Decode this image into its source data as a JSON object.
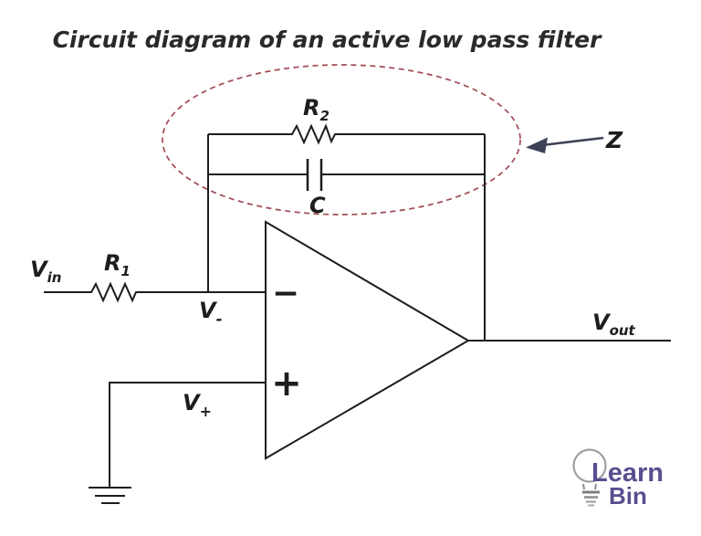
{
  "title": "Circuit diagram of an active low pass filter",
  "components": {
    "r2": {
      "symbol": "R",
      "sub": "2"
    },
    "c": {
      "symbol": "C"
    },
    "z": {
      "symbol": "Z"
    },
    "r1": {
      "symbol": "R",
      "sub": "1"
    },
    "vin": {
      "symbol": "V",
      "sub": "in"
    },
    "vminus": {
      "symbol": "V",
      "sub": "-"
    },
    "vplus": {
      "symbol": "V",
      "sub": "+"
    },
    "vout": {
      "symbol": "V",
      "sub": "out"
    },
    "opamp": {
      "inverting_symbol": "−",
      "noninverting_symbol": "+"
    }
  },
  "logo": {
    "line1": "Learn",
    "line2": "Bin"
  },
  "colors": {
    "line": "#1d1d1d",
    "title": "#2a2a2a",
    "ellipse": "#a04a52",
    "arrow": "#3e4257",
    "logo_text": "#5b4d90",
    "logo_bulb": "#9e9e9e"
  }
}
